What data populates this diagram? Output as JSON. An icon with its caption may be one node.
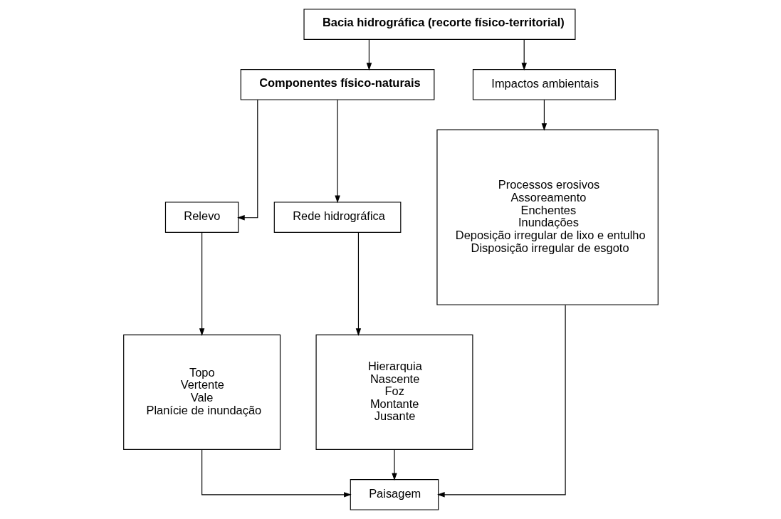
{
  "diagram": {
    "nodes": [
      {
        "text": [
          "Bacia hidrográfica (recorte físico-territorial)"
        ]
      },
      {
        "text": [
          "Componentes físico-naturais"
        ]
      },
      {
        "text": [
          "Impactos ambientais"
        ]
      },
      {
        "text": [
          "Relevo"
        ]
      },
      {
        "text": [
          "Rede hidrográfica"
        ]
      },
      {
        "text": [
          "Topo",
          "Vertente",
          "Vale",
          "Planície de inundação"
        ]
      },
      {
        "text": [
          "Hierarquia",
          "Nascente",
          "Foz",
          "Montante",
          "Jusante"
        ]
      },
      {
        "text": [
          "Processos erosivos",
          "Assoreamento",
          "Enchentes",
          "Inundações",
          "Deposição irregular de lixo e entulho",
          "Disposição irregular de esgoto"
        ]
      },
      {
        "text": [
          "Paisagem"
        ]
      }
    ],
    "edges": [
      {
        "from": 0,
        "to": 1,
        "arrow": "to"
      },
      {
        "from": 0,
        "to": 2,
        "arrow": "to"
      },
      {
        "from": 1,
        "to": 3,
        "arrow": "to"
      },
      {
        "from": 1,
        "to": 4,
        "arrow": "to"
      },
      {
        "from": 2,
        "to": 7,
        "arrow": "to"
      },
      {
        "from": 3,
        "to": 5,
        "arrow": "to"
      },
      {
        "from": 4,
        "to": 6,
        "arrow": "to"
      },
      {
        "from": 5,
        "to": 8,
        "arrow": "to"
      },
      {
        "from": 6,
        "to": 8,
        "arrow": "to"
      },
      {
        "from": 7,
        "to": 8,
        "arrow": "to"
      }
    ]
  }
}
